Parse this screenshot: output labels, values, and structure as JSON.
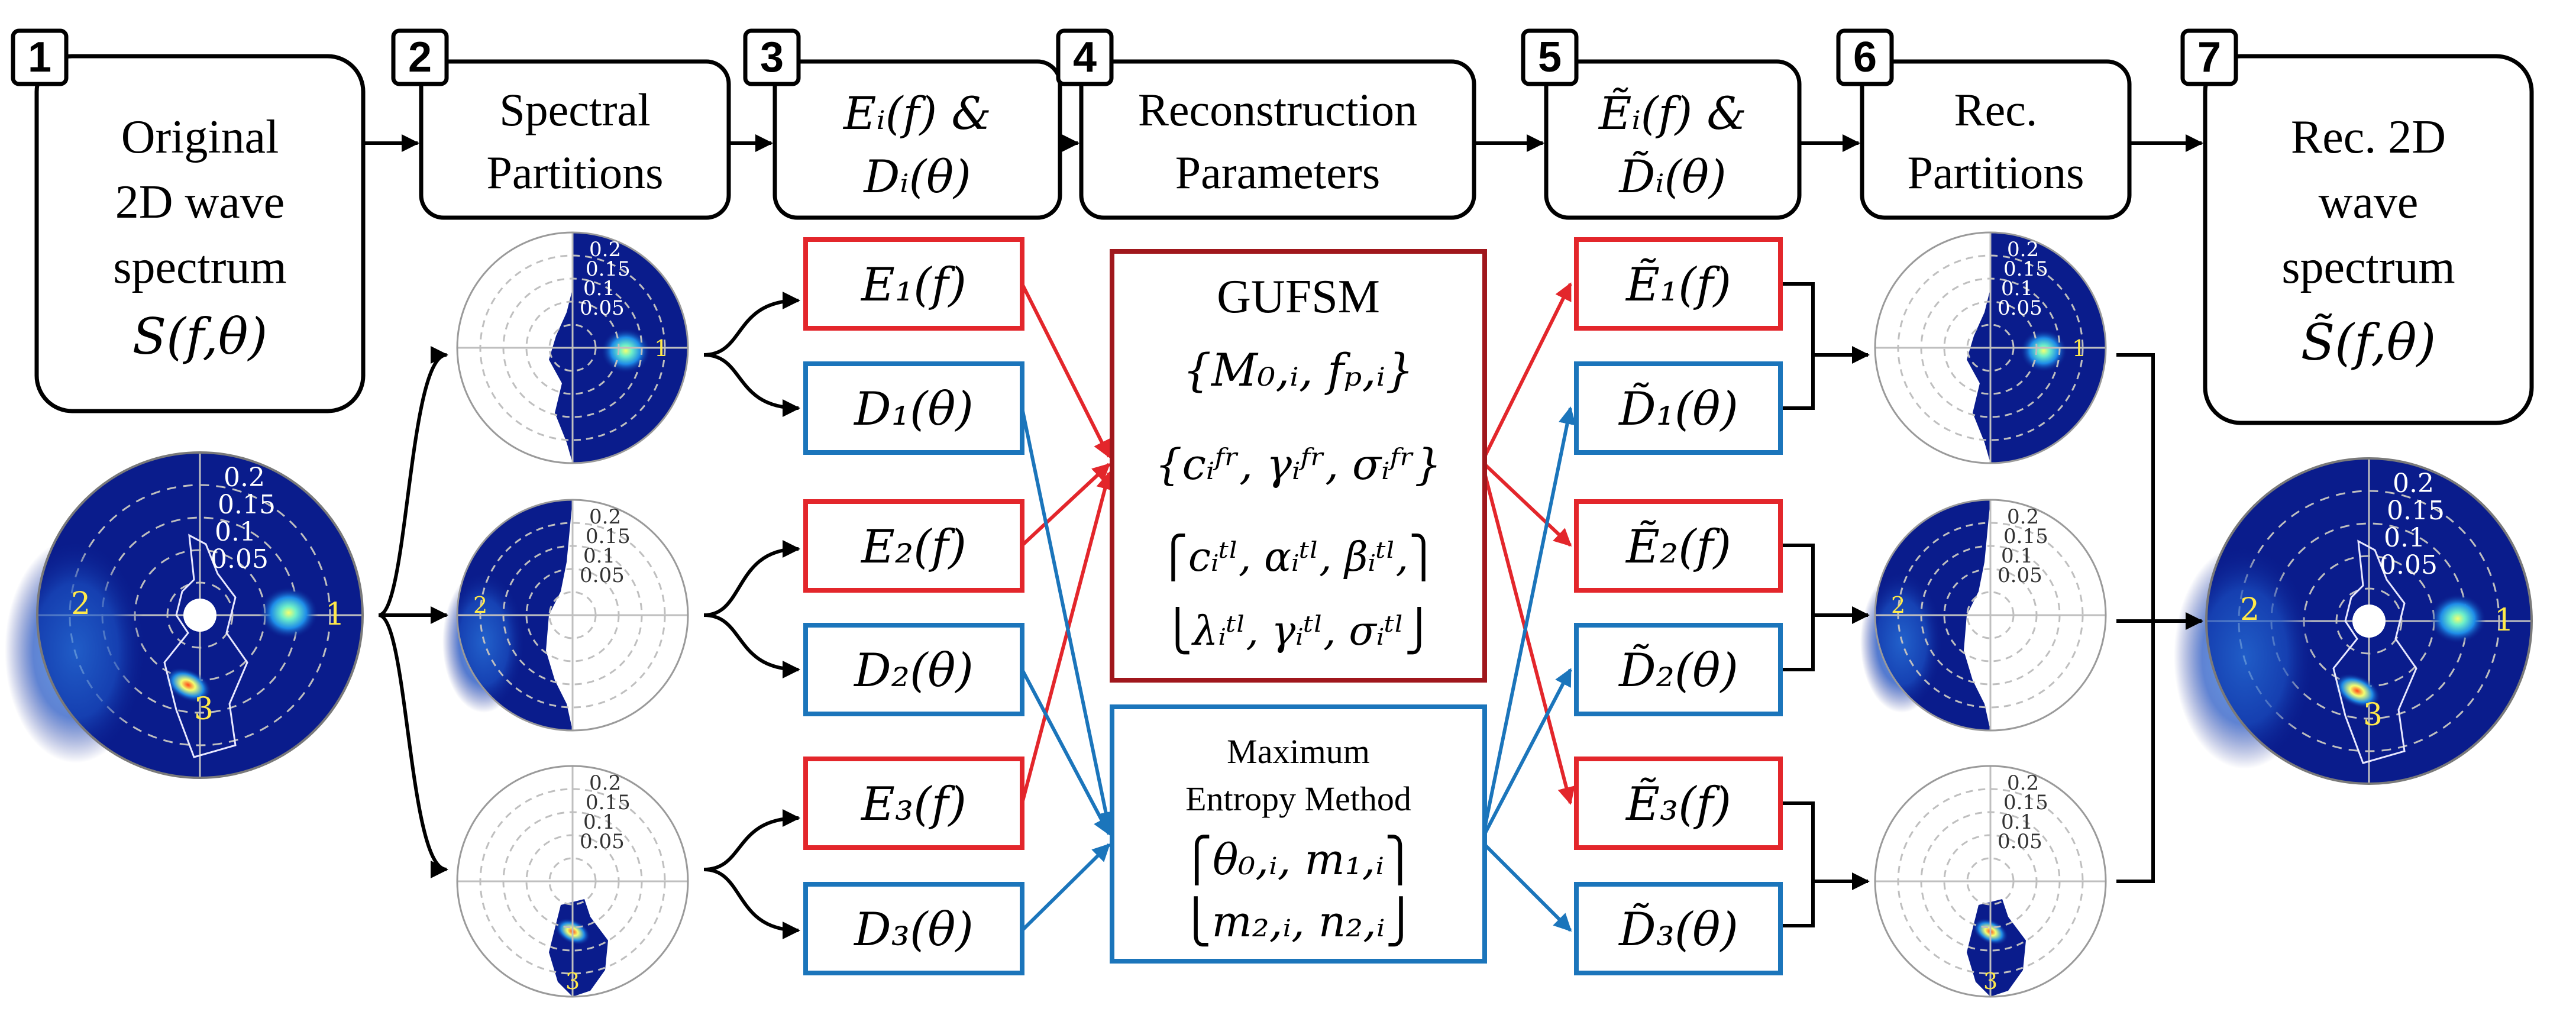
{
  "steps": [
    {
      "num": "1",
      "lines": [
        "Original",
        "2D wave",
        "spectrum",
        "S(f,θ)"
      ]
    },
    {
      "num": "2",
      "lines": [
        "Spectral",
        "Partitions"
      ]
    },
    {
      "num": "3",
      "lines": [
        "Eᵢ(f) &",
        "Dᵢ(θ)"
      ]
    },
    {
      "num": "4",
      "lines": [
        "Reconstruction",
        "Parameters"
      ]
    },
    {
      "num": "5",
      "lines": [
        "Ẽᵢ(f) &",
        "D̃ᵢ(θ)"
      ]
    },
    {
      "num": "6",
      "lines": [
        "Rec.",
        "Partitions"
      ]
    },
    {
      "num": "7",
      "lines": [
        "Rec. 2D",
        "wave",
        "spectrum",
        "S̃(f,θ)"
      ]
    }
  ],
  "energy_labels": [
    "E₁(f)",
    "E₂(f)",
    "E₃(f)"
  ],
  "direction_labels": [
    "D₁(θ)",
    "D₂(θ)",
    "D₃(θ)"
  ],
  "rec_energy_labels": [
    "Ẽ₁(f)",
    "Ẽ₂(f)",
    "Ẽ₃(f)"
  ],
  "rec_direction_labels": [
    "D̃₁(θ)",
    "D̃₂(θ)",
    "D̃₃(θ)"
  ],
  "gufsm": {
    "title": "GUFSM",
    "lines": [
      "{M₀,ᵢ, fₚ,ᵢ}",
      "{cᵢᶠʳ, γᵢᶠʳ, σᵢᶠʳ}",
      "⎧cᵢᵗˡ, αᵢᵗˡ, βᵢᵗˡ,⎫",
      "⎩λᵢᵗˡ, γᵢᵗˡ, σᵢᵗˡ⎭"
    ]
  },
  "mem": {
    "title_lines": [
      "Maximum",
      "Entropy Method"
    ],
    "lines": [
      "⎧θ₀,ᵢ, m₁,ᵢ⎫",
      "⎩m₂,ᵢ, n₂,ᵢ⎭"
    ]
  },
  "polar_ticks": [
    "0.2",
    "0.15",
    "0.1",
    "0.05"
  ],
  "partition_numbers": [
    "1",
    "2",
    "3"
  ],
  "colors": {
    "energy": "#e3262b",
    "direction": "#1b75bb",
    "gufsm_border": "#a0171c",
    "field": "#0a1c8c",
    "peak": "#33d6e6",
    "grid": "#bfbfbf"
  }
}
